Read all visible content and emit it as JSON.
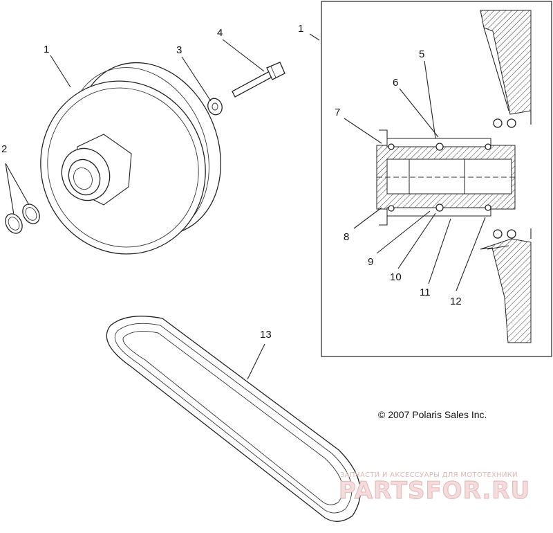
{
  "callouts": {
    "n1_left": "1",
    "n1_right": "1",
    "n2": "2",
    "n3": "3",
    "n4": "4",
    "n5": "5",
    "n6": "6",
    "n7": "7",
    "n8": "8",
    "n9": "9",
    "n10": "10",
    "n11": "11",
    "n12": "12",
    "n13": "13"
  },
  "copyright": "© 2007 Polaris Sales Inc.",
  "watermark": {
    "tagline": "ЗАПЧАСТИ И АКСЕССУАРЫ ДЛЯ МОТОТЕХНИКИ",
    "logo": "PARTSFOR.RU"
  },
  "colors": {
    "line": "#222222",
    "watermark": "#e6bcbc"
  }
}
